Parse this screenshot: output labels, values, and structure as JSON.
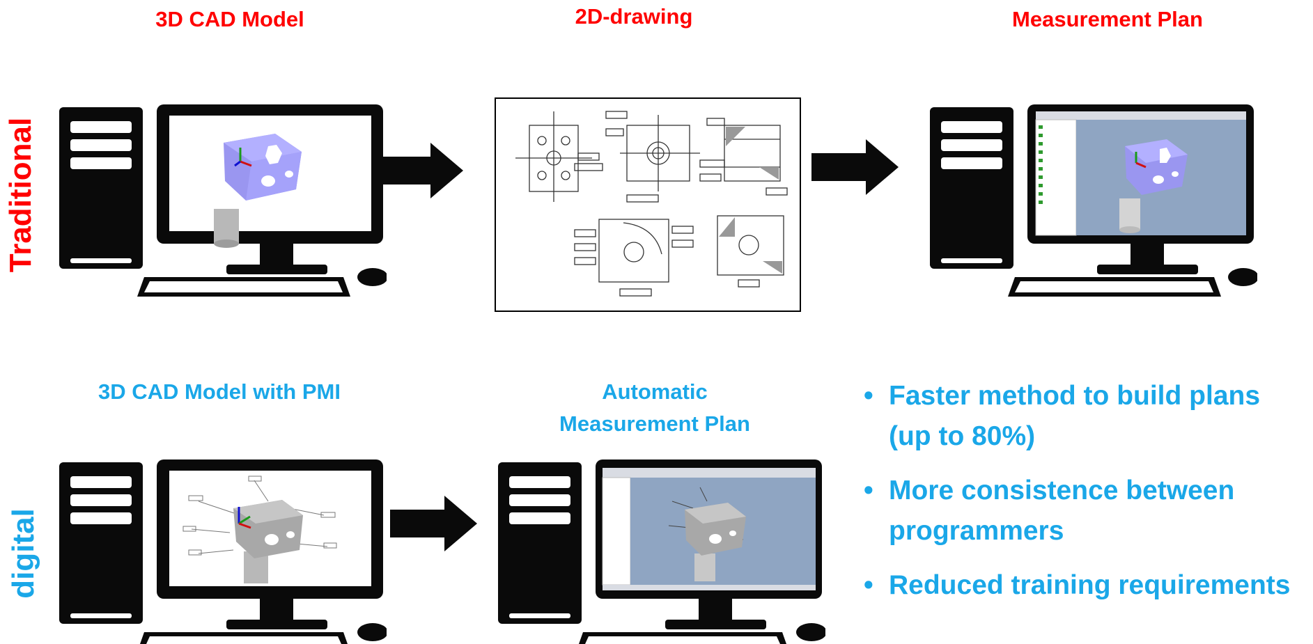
{
  "traditional": {
    "label": "Traditional",
    "titles": {
      "cad": "3D CAD Model",
      "drawing": "2D-drawing",
      "plan": "Measurement Plan"
    }
  },
  "digital": {
    "label": "digital",
    "titles": {
      "cad_pmi": "3D CAD Model with PMI",
      "auto_plan_line1": "Automatic",
      "auto_plan_line2": "Measurement Plan"
    }
  },
  "benefits": [
    "Faster method to build plans (up to 80%)",
    "More consistence between programmers",
    "Reduced training requirements"
  ],
  "colors": {
    "traditional": "#ff0000",
    "digital": "#1aa7e8",
    "computer": "#0a0a0a",
    "arrow": "#0a0a0a"
  },
  "icons": [
    "computer-icon",
    "arrow-right-icon",
    "cad-part-icon",
    "technical-drawing-icon"
  ]
}
